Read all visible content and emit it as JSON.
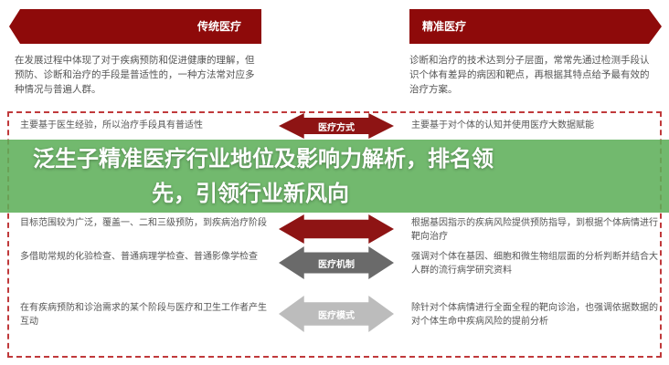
{
  "header": {
    "left_label": "传统医疗",
    "right_label": "精准医疗",
    "left_desc": "在发展过程中体现了对于疾病预防和促进健康的理解，但预防、诊断和治疗的手段是普适性的，一种方法常对应多种情况与普遍人群。",
    "right_desc": "诊断和治疗的技术达到分子层面，常常先通过检测手段认识个体有差异的病因和靶点，再根据其特点给予最有效的治疗方案。"
  },
  "rows": [
    {
      "left": "主要基于医生经验，所以治疗手段具有普适性",
      "label": "医疗方式",
      "right": "主要基于对个体的认知并使用医疗大数据赋能"
    },
    {
      "left": "目标范围较为广泛，覆盖一、二和三级预防，到疾病治疗阶段",
      "label": "",
      "right": "根据基因指示的疾病风险提供预防指导，到根据个体病情进行靶向治疗"
    },
    {
      "left": "多借助常规的化验检查、普通病理学检查、普通影像学检查",
      "label": "医疗机制",
      "right": "强调对个体在基因、细胞和微生物组层面的分析判断并结合大人群的流行病学研究资料"
    },
    {
      "left": "在有疾病预防和诊治需求的某个阶段与医疗和卫生工作者产生互动",
      "label": "医疗模式",
      "right": "除针对个体病情进行全面全程的靶向诊治，也强调依据数据的对个体生命中疾病风险的提前分析"
    }
  ],
  "overlay": {
    "title_line1": "泛生子精准医疗行业地位及影响力解析，排名领",
    "title_line2": "先，引领行业新风向"
  },
  "colors": {
    "banner": "#8e0a0a",
    "dash": "#c0393b",
    "overlay": "#5faf5a"
  }
}
